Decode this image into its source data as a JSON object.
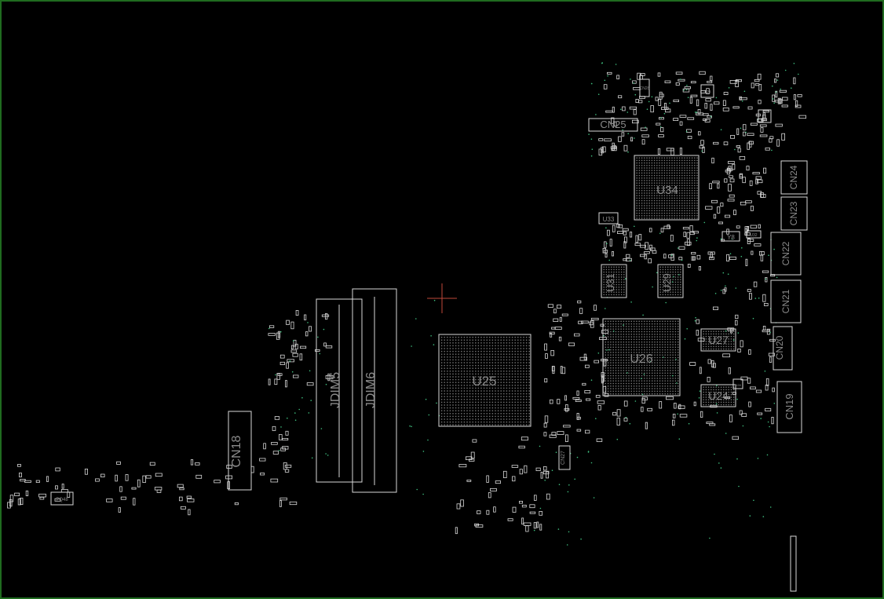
{
  "viewer": {
    "frame_color": "#1f6b1f",
    "background_color": "#000000",
    "outline_color": "#d8d8d8",
    "label_color": "#8a8a8a",
    "via_color": "#3fbf7f",
    "cursor_color": "#c0483a"
  },
  "components": {
    "cn25": "CN25",
    "cn24": "CN24",
    "cn23": "CN23",
    "cn22": "CN22",
    "cn21": "CN21",
    "cn20": "CN20",
    "cn19": "CN19",
    "cn18": "CN18",
    "cn28": "CN28",
    "cn27": "CN27",
    "u34": "U34",
    "u33": "U33",
    "u32": "U32",
    "u31": "U31",
    "u29": "U29",
    "u28": "U28",
    "u27": "U27",
    "u26": "U26",
    "u25": "U25",
    "u24": "U24",
    "u23": "U23",
    "y8": "Y8",
    "jdim5": "JDIM5",
    "jdim6": "JDIM6",
    "pq48": "PQ48"
  }
}
